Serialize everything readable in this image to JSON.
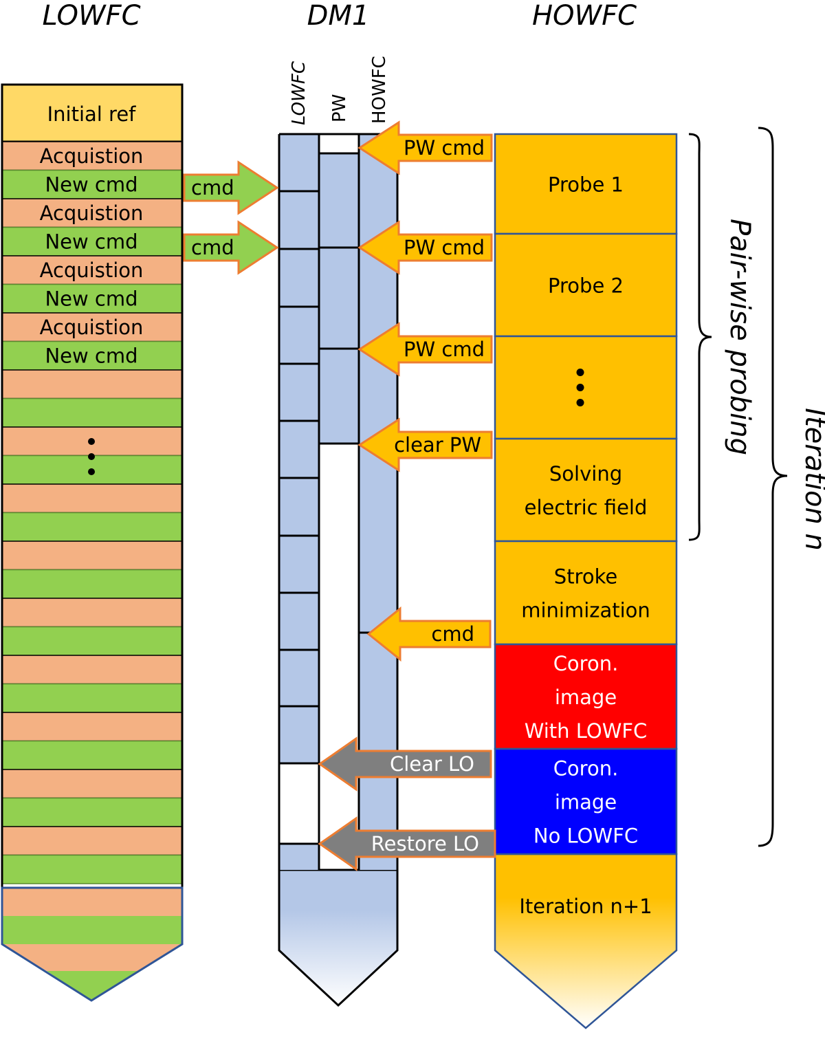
{
  "columns": {
    "lowfc": {
      "title": "LOWFC",
      "initial_label": "Initial ref",
      "step_labels": [
        "Acquistion",
        "New cmd",
        "Acquistion",
        "New cmd",
        "Acquistion",
        "New cmd",
        "Acquistion",
        "New cmd"
      ],
      "continuation": "ellipsis"
    },
    "dm1": {
      "title": "DM1",
      "sub_channels": [
        "LOWFC",
        "PW",
        "HOWFC"
      ]
    },
    "howfc": {
      "title": "HOWFC",
      "steps": [
        {
          "label": [
            "Probe 1"
          ],
          "color": "#FFC000",
          "text_color": "#000000"
        },
        {
          "label": [
            "Probe 2"
          ],
          "color": "#FFC000",
          "text_color": "#000000"
        },
        {
          "label": [
            "⋮"
          ],
          "color": "#FFC000",
          "text_color": "#000000"
        },
        {
          "label": [
            "Solving",
            "electric field"
          ],
          "color": "#FFC000",
          "text_color": "#000000"
        },
        {
          "label": [
            "Stroke",
            "minimization"
          ],
          "color": "#FFC000",
          "text_color": "#000000"
        },
        {
          "label": [
            "Coron.",
            "image",
            "With LOWFC"
          ],
          "color": "#FF0000",
          "text_color": "#FFFFFF"
        },
        {
          "label": [
            "Coron.",
            "image",
            "No LOWFC"
          ],
          "color": "#0000FF",
          "text_color": "#FFFFFF"
        }
      ],
      "next_label": "Iteration n+1"
    }
  },
  "arrows": {
    "lowfc_to_dm": [
      "cmd",
      "cmd"
    ],
    "howfc_to_dm": [
      "PW cmd",
      "PW cmd",
      "PW cmd",
      "clear PW",
      "cmd"
    ],
    "lo_control": [
      "Clear LO",
      "Restore LO"
    ]
  },
  "braces": {
    "pairwise": "Pair-wise probing",
    "iteration": "Iteration n"
  },
  "colors": {
    "initial_ref": "#FFD966",
    "acquisition": "#F4B183",
    "new_cmd": "#92D050",
    "dm_fill": "#B4C7E7",
    "howfc_step": "#FFC000",
    "arrow_orange": "#FFC000",
    "arrow_border": "#ED7D31",
    "arrow_gray": "#7F7F7F",
    "border_blue": "#2F5597"
  }
}
